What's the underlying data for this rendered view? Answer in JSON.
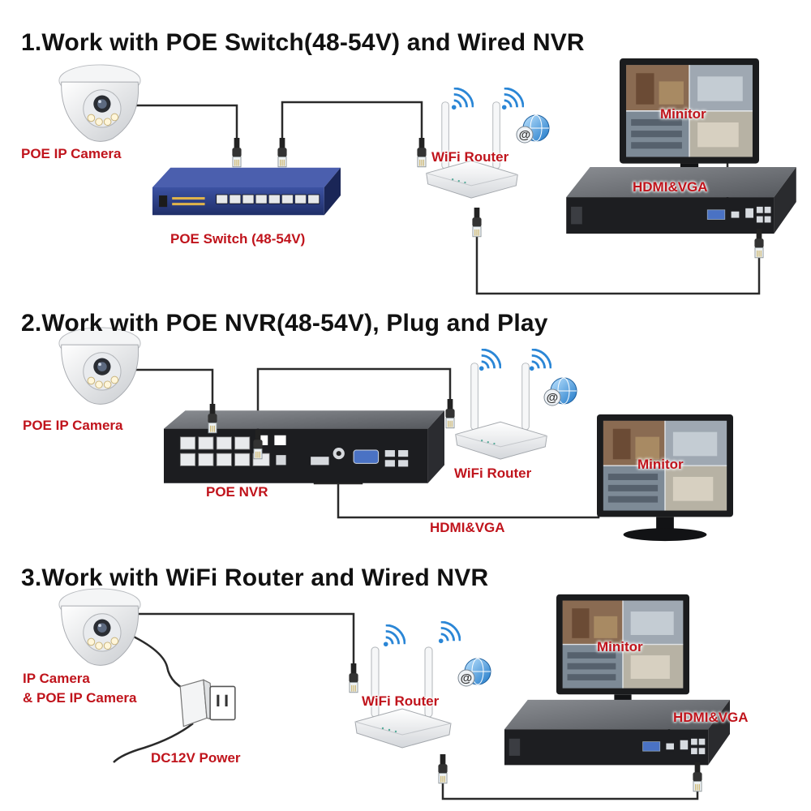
{
  "sections": [
    {
      "title": "1.Work with POE Switch(48-54V) and Wired NVR",
      "labels": {
        "camera": "POE IP Camera",
        "switch": "POE Switch (48-54V)",
        "router": "WiFi Router",
        "monitor": "Minitor",
        "cable": "HDMI&VGA"
      }
    },
    {
      "title": "2.Work with POE NVR(48-54V), Plug and Play",
      "labels": {
        "camera": "POE IP Camera",
        "nvr": "POE NVR",
        "router": "WiFi Router",
        "monitor": "Minitor",
        "cable": "HDMI&VGA"
      }
    },
    {
      "title": "3.Work with WiFi Router and Wired NVR",
      "labels": {
        "camera_line1": "IP Camera",
        "camera_line2": "& POE IP Camera",
        "power": "DC12V Power",
        "router": "WiFi Router",
        "monitor": "Minitor",
        "cable": "HDMI&VGA"
      }
    }
  ],
  "colors": {
    "label": "#c0141c",
    "title": "#111111",
    "cable": "#222222",
    "switch_body": "#2c3f86",
    "nvr_body": "#6e7176"
  },
  "icons": [
    "dome-camera-icon",
    "poe-switch-icon",
    "wifi-router-icon",
    "wifi-signal-icon",
    "internet-globe-icon",
    "nvr-recorder-icon",
    "monitor-icon",
    "power-adapter-icon",
    "rj45-plug-icon"
  ]
}
